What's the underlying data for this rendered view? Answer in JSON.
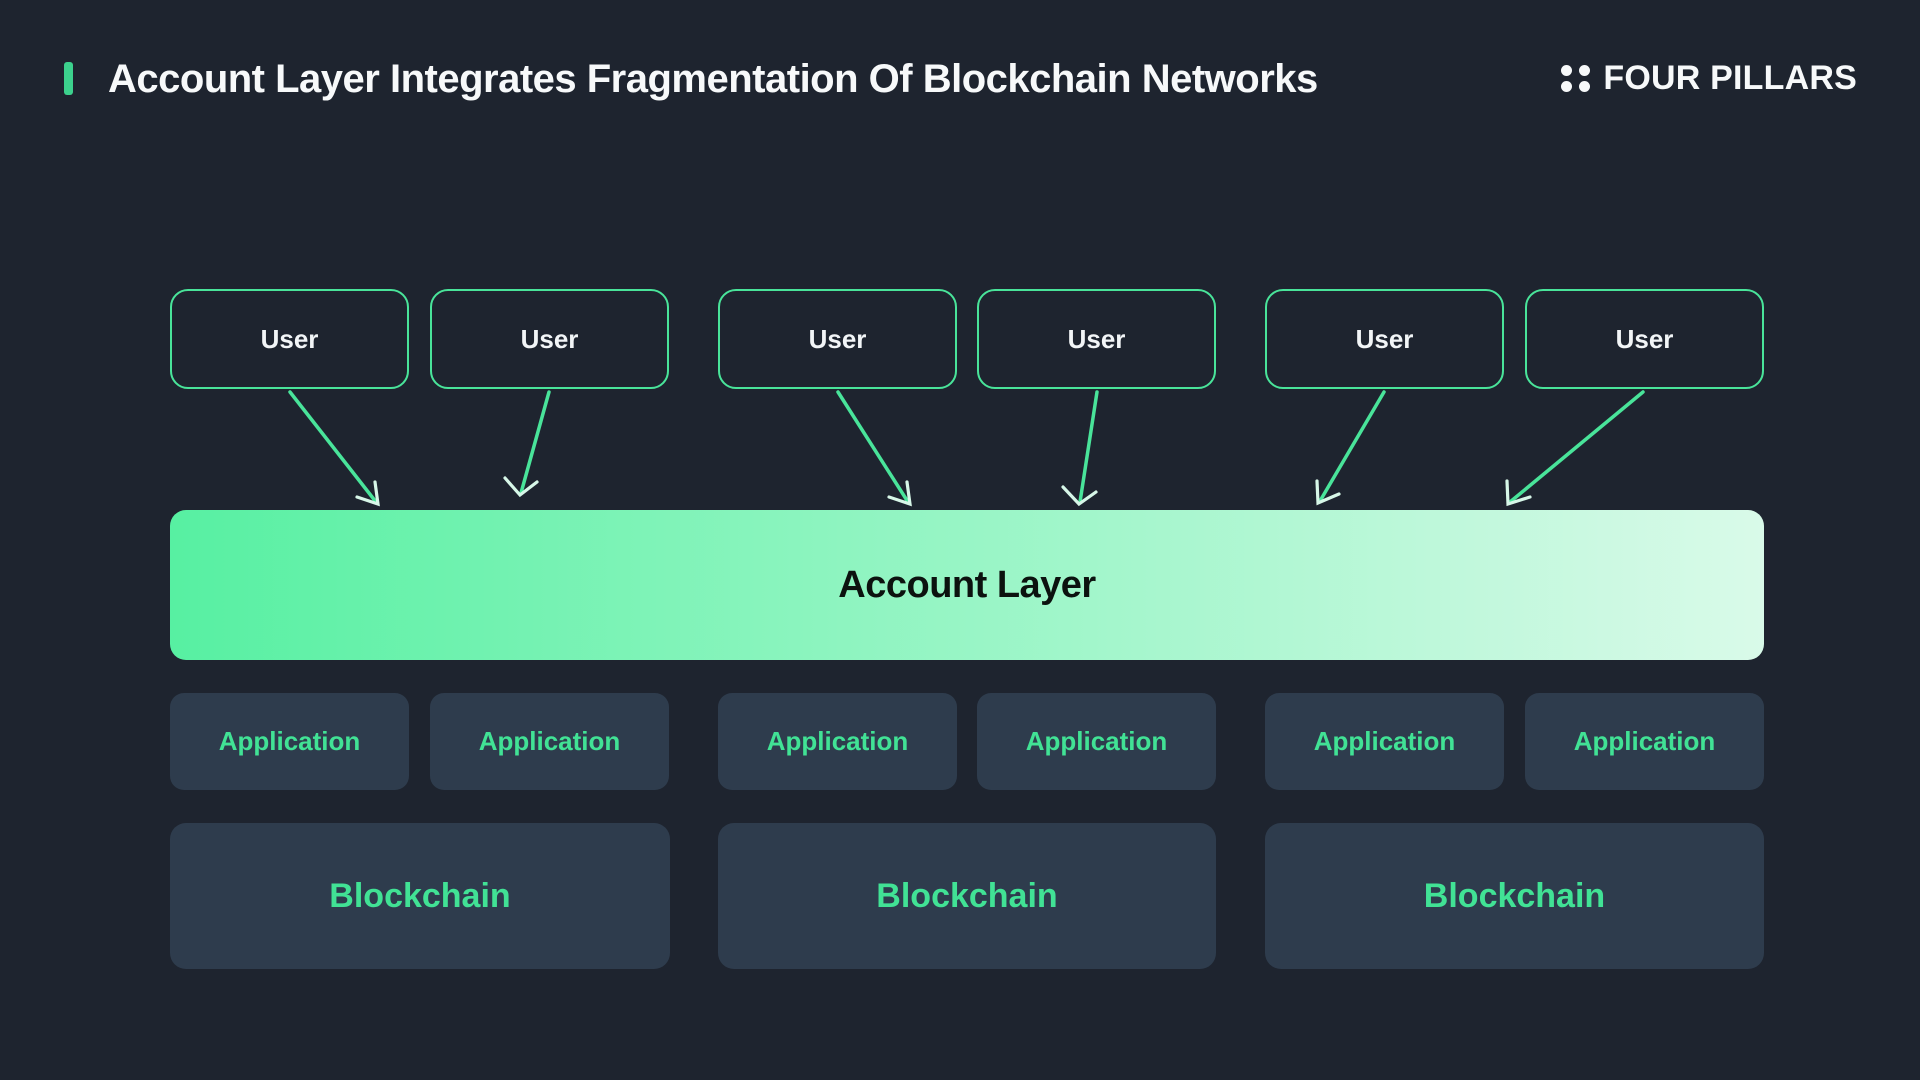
{
  "header": {
    "title": "Account Layer Integrates Fragmentation Of Blockchain Networks",
    "brand": {
      "name": "FOUR PILLARS",
      "logo_icon": "four-dots-grid-icon"
    }
  },
  "diagram": {
    "user_boxes": [
      "User",
      "User",
      "User",
      "User",
      "User",
      "User"
    ],
    "account_layer": {
      "label": "Account Layer"
    },
    "application_boxes": [
      "Application",
      "Application",
      "Application",
      "Application",
      "Application",
      "Application"
    ],
    "blockchain_boxes": [
      "Blockchain",
      "Blockchain",
      "Blockchain"
    ],
    "arrows": [
      {
        "from": "user-1",
        "to": "account-layer"
      },
      {
        "from": "user-2",
        "to": "account-layer"
      },
      {
        "from": "user-3",
        "to": "account-layer"
      },
      {
        "from": "user-4",
        "to": "account-layer"
      },
      {
        "from": "user-5",
        "to": "account-layer"
      },
      {
        "from": "user-6",
        "to": "account-layer"
      }
    ]
  },
  "colors": {
    "background": "#1e242f",
    "panel": "#2e3c4d",
    "green_line": "#49e49a",
    "green_text": "#41e295",
    "accent": "#3cd18d",
    "gradient_start": "#57f0a2",
    "gradient_end": "#d9fae9",
    "arrowhead": "#d7f7e8",
    "title_text": "#f7f9fa",
    "account_text": "#0c120f",
    "box_text": "#f2f5f7"
  }
}
